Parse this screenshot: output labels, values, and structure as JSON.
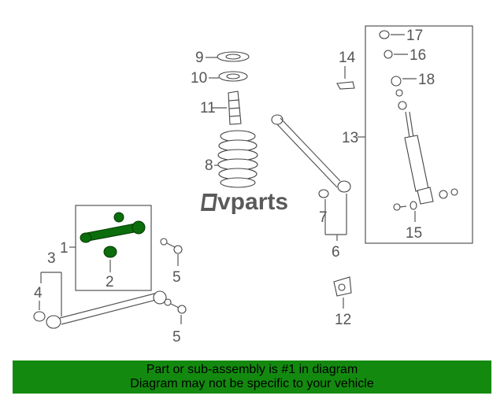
{
  "brand": {
    "logo_text": "vparts"
  },
  "callouts": [
    "1",
    "2",
    "3",
    "4",
    "5",
    "5",
    "6",
    "7",
    "8",
    "9",
    "10",
    "11",
    "12",
    "13",
    "14",
    "15",
    "16",
    "17",
    "18"
  ],
  "banner": {
    "line1": "Part or sub-assembly is #1 in diagram",
    "line2": "Diagram may not be specific to your vehicle"
  },
  "colors": {
    "highlight": "#0b6d0b",
    "banner": "#138a0f",
    "linework": "#555555"
  }
}
